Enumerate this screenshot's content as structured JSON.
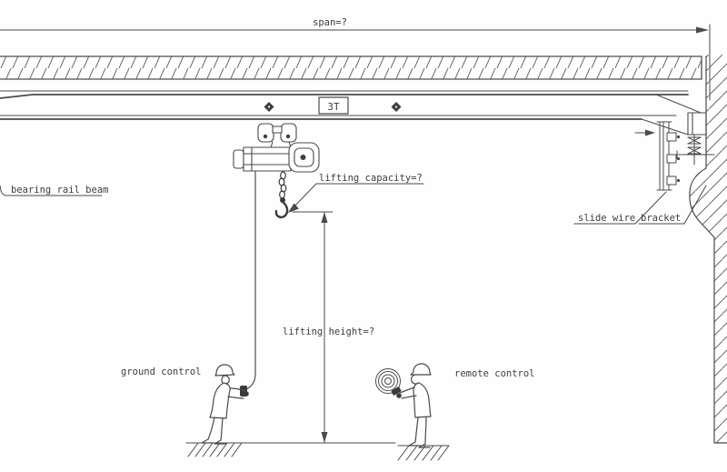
{
  "drawing": {
    "span_label": "span=?",
    "girder_badge": "3T",
    "callouts": {
      "bearing_rail_beam": "bearing rail beam",
      "lifting_capacity": "lifting capacity=?",
      "lifting_height": "lifting height=?",
      "slide_wire": "slide wire",
      "bracket": "bracket",
      "ground_control": "ground control",
      "remote_control": "remote control"
    },
    "colors": {
      "line": "#4a4a4a",
      "dark_fill": "#333333",
      "background": "#ffffff"
    }
  }
}
